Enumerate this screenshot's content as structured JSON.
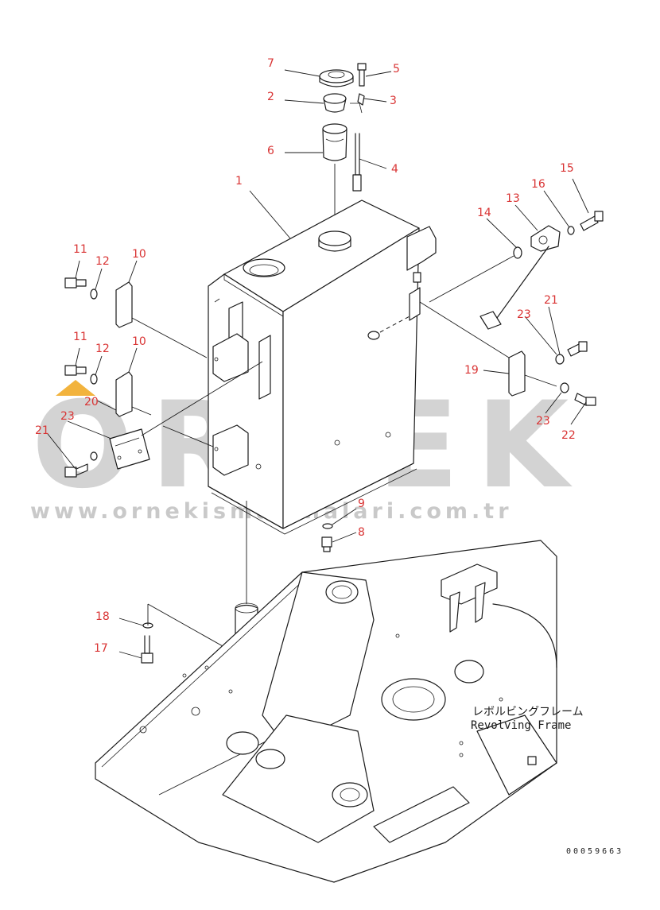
{
  "watermark": {
    "brand": "ORNEK",
    "url": "www.ornekismakinalari.com.tr",
    "accent_color": "#f2b33d"
  },
  "frame_label": {
    "japanese": "レボルビングフレーム",
    "english": "Revolving Frame"
  },
  "drawing_code": "00059663",
  "callouts": [
    {
      "id": "c7",
      "text": "7"
    },
    {
      "id": "c5",
      "text": "5"
    },
    {
      "id": "c2",
      "text": "2"
    },
    {
      "id": "c3",
      "text": "3"
    },
    {
      "id": "c6",
      "text": "6"
    },
    {
      "id": "c4",
      "text": "4"
    },
    {
      "id": "c1",
      "text": "1"
    },
    {
      "id": "c15",
      "text": "15"
    },
    {
      "id": "c16",
      "text": "16"
    },
    {
      "id": "c13",
      "text": "13"
    },
    {
      "id": "c14",
      "text": "14"
    },
    {
      "id": "c11a",
      "text": "11"
    },
    {
      "id": "c12a",
      "text": "12"
    },
    {
      "id": "c10a",
      "text": "10"
    },
    {
      "id": "c21a",
      "text": "21"
    },
    {
      "id": "c23a",
      "text": "23"
    },
    {
      "id": "c11b",
      "text": "11"
    },
    {
      "id": "c12b",
      "text": "12"
    },
    {
      "id": "c10b",
      "text": "10"
    },
    {
      "id": "c19",
      "text": "19"
    },
    {
      "id": "c20",
      "text": "20"
    },
    {
      "id": "c23b",
      "text": "23"
    },
    {
      "id": "c23c",
      "text": "23"
    },
    {
      "id": "c22",
      "text": "22"
    },
    {
      "id": "c21b",
      "text": "21"
    },
    {
      "id": "c9",
      "text": "9"
    },
    {
      "id": "c8",
      "text": "8"
    },
    {
      "id": "c18",
      "text": "18"
    },
    {
      "id": "c17",
      "text": "17"
    }
  ]
}
